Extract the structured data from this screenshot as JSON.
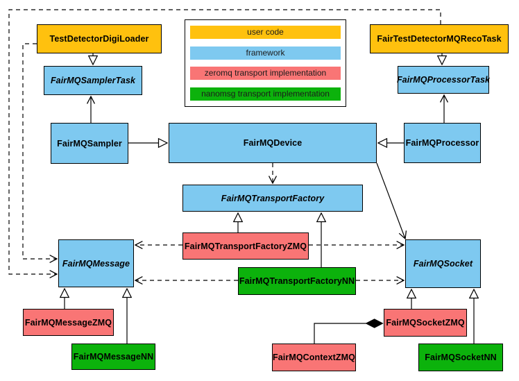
{
  "diagram": {
    "colors": {
      "user_code": "#FFC10E",
      "framework": "#7EC9F0",
      "zeromq": "#F97575",
      "nanomsg": "#0CB20C",
      "edge": "#000000",
      "background": "#FFFFFF"
    },
    "legend": {
      "items": [
        {
          "label": "user code",
          "color": "#FFC10E"
        },
        {
          "label": "framework",
          "color": "#7EC9F0"
        },
        {
          "label": "zeromq transport implementation",
          "color": "#F97575"
        },
        {
          "label": "nanomsg transport implementation",
          "color": "#0CB20C"
        }
      ]
    },
    "nodes": {
      "testDetectorDigiLoader": {
        "label": "TestDetectorDigiLoader",
        "category": "user_code",
        "abstract": false
      },
      "fairTestDetectorMQRecoTask": {
        "label": "FairTestDetectorMQRecoTask",
        "category": "user_code",
        "abstract": false
      },
      "fairMQSamplerTask": {
        "label": "FairMQSamplerTask",
        "category": "framework",
        "abstract": true
      },
      "fairMQProcessorTask": {
        "label": "FairMQProcessorTask",
        "category": "framework",
        "abstract": true
      },
      "fairMQSampler": {
        "label": "FairMQSampler",
        "category": "framework",
        "abstract": false
      },
      "fairMQDevice": {
        "label": "FairMQDevice",
        "category": "framework",
        "abstract": false
      },
      "fairMQProcessor": {
        "label": "FairMQProcessor",
        "category": "framework",
        "abstract": false
      },
      "fairMQTransportFactory": {
        "label": "FairMQTransportFactory",
        "category": "framework",
        "abstract": true
      },
      "fairMQMessage": {
        "label": "FairMQMessage",
        "category": "framework",
        "abstract": true
      },
      "fairMQSocket": {
        "label": "FairMQSocket",
        "category": "framework",
        "abstract": true
      },
      "fairMQTransportFactoryZMQ": {
        "label": "FairMQTransportFactoryZMQ",
        "category": "zeromq",
        "abstract": false
      },
      "fairMQTransportFactoryNN": {
        "label": "FairMQTransportFactoryNN",
        "category": "nanomsg",
        "abstract": false
      },
      "fairMQMessageZMQ": {
        "label": "FairMQMessageZMQ",
        "category": "zeromq",
        "abstract": false
      },
      "fairMQMessageNN": {
        "label": "FairMQMessageNN",
        "category": "nanomsg",
        "abstract": false
      },
      "fairMQSocketZMQ": {
        "label": "FairMQSocketZMQ",
        "category": "zeromq",
        "abstract": false
      },
      "fairMQSocketNN": {
        "label": "FairMQSocketNN",
        "category": "nanomsg",
        "abstract": false
      },
      "fairMQContextZMQ": {
        "label": "FairMQContextZMQ",
        "category": "zeromq",
        "abstract": false
      }
    },
    "edges": [
      {
        "from": "TestDetectorDigiLoader",
        "to": "FairMQSamplerTask",
        "type": "inheritance"
      },
      {
        "from": "FairTestDetectorMQRecoTask",
        "to": "FairMQProcessorTask",
        "type": "inheritance"
      },
      {
        "from": "FairMQSampler",
        "to": "FairMQDevice",
        "type": "inheritance"
      },
      {
        "from": "FairMQProcessor",
        "to": "FairMQDevice",
        "type": "inheritance"
      },
      {
        "from": "FairMQSampler",
        "to": "FairMQSamplerTask",
        "type": "association"
      },
      {
        "from": "FairMQProcessor",
        "to": "FairMQProcessorTask",
        "type": "association"
      },
      {
        "from": "FairMQDevice",
        "to": "FairMQSocket",
        "type": "association"
      },
      {
        "from": "FairMQDevice",
        "to": "FairMQTransportFactory",
        "type": "dependency"
      },
      {
        "from": "FairTestDetectorMQRecoTask",
        "to": "FairMQMessage",
        "type": "dependency"
      },
      {
        "from": "TestDetectorDigiLoader",
        "to": "FairMQMessage",
        "type": "dependency"
      },
      {
        "from": "FairMQTransportFactoryZMQ",
        "to": "FairMQTransportFactory",
        "type": "inheritance"
      },
      {
        "from": "FairMQTransportFactoryNN",
        "to": "FairMQTransportFactory",
        "type": "inheritance"
      },
      {
        "from": "FairMQTransportFactoryZMQ",
        "to": "FairMQMessage",
        "type": "dependency"
      },
      {
        "from": "FairMQTransportFactoryZMQ",
        "to": "FairMQSocket",
        "type": "dependency"
      },
      {
        "from": "FairMQTransportFactoryNN",
        "to": "FairMQMessage",
        "type": "dependency"
      },
      {
        "from": "FairMQTransportFactoryNN",
        "to": "FairMQSocket",
        "type": "dependency"
      },
      {
        "from": "FairMQMessageZMQ",
        "to": "FairMQMessage",
        "type": "inheritance"
      },
      {
        "from": "FairMQMessageNN",
        "to": "FairMQMessage",
        "type": "inheritance"
      },
      {
        "from": "FairMQSocketZMQ",
        "to": "FairMQSocket",
        "type": "inheritance"
      },
      {
        "from": "FairMQSocketNN",
        "to": "FairMQSocket",
        "type": "inheritance"
      },
      {
        "from": "FairMQContextZMQ",
        "to": "FairMQSocketZMQ",
        "type": "composition"
      }
    ]
  }
}
